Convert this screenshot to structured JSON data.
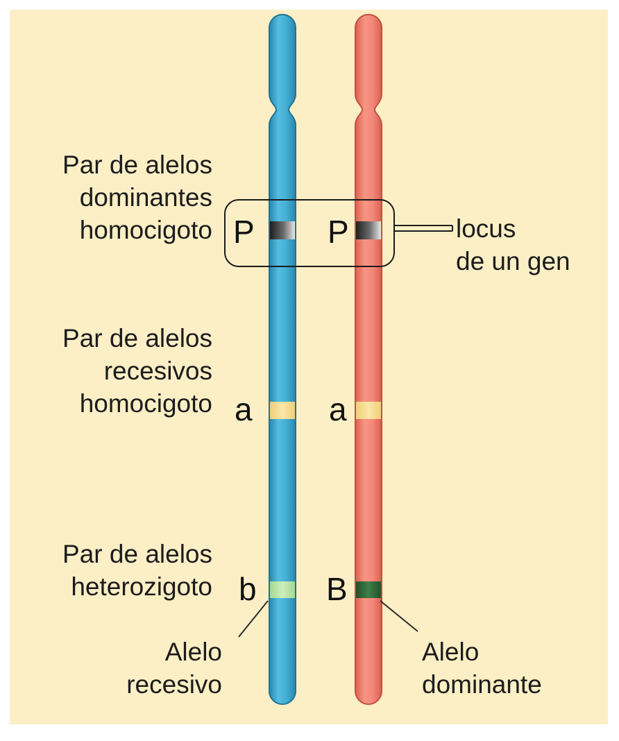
{
  "groups": {
    "dominant_homozygous": {
      "line1": "Par de alelos",
      "line2": "dominantes",
      "line3": "homocigoto",
      "left_allele": "P",
      "right_allele": "P"
    },
    "recessive_homozygous": {
      "line1": "Par de alelos",
      "line2": "recesivos",
      "line3": "homocigoto",
      "left_allele": "a",
      "right_allele": "a"
    },
    "heterozygous": {
      "line1": "Par de alelos",
      "line2": "heterozigoto",
      "left_allele": "b",
      "right_allele": "B"
    }
  },
  "locus_label": {
    "line1": "locus",
    "line2": "de un gen"
  },
  "recessive_allele_label": {
    "line1": "Alelo",
    "line2": "recesivo"
  },
  "dominant_allele_label": {
    "line1": "Alelo",
    "line2": "dominante"
  },
  "colors": {
    "background": "#fcefc6",
    "chromosome_left": "#3fa9cd",
    "chromosome_right": "#ef7f6c",
    "band_dominant_homozygous": "#3a3a3a",
    "band_recessive": "#f7d98a",
    "band_recessive_b": "#b8e3a3",
    "band_dominant_B": "#2f6b3a"
  }
}
